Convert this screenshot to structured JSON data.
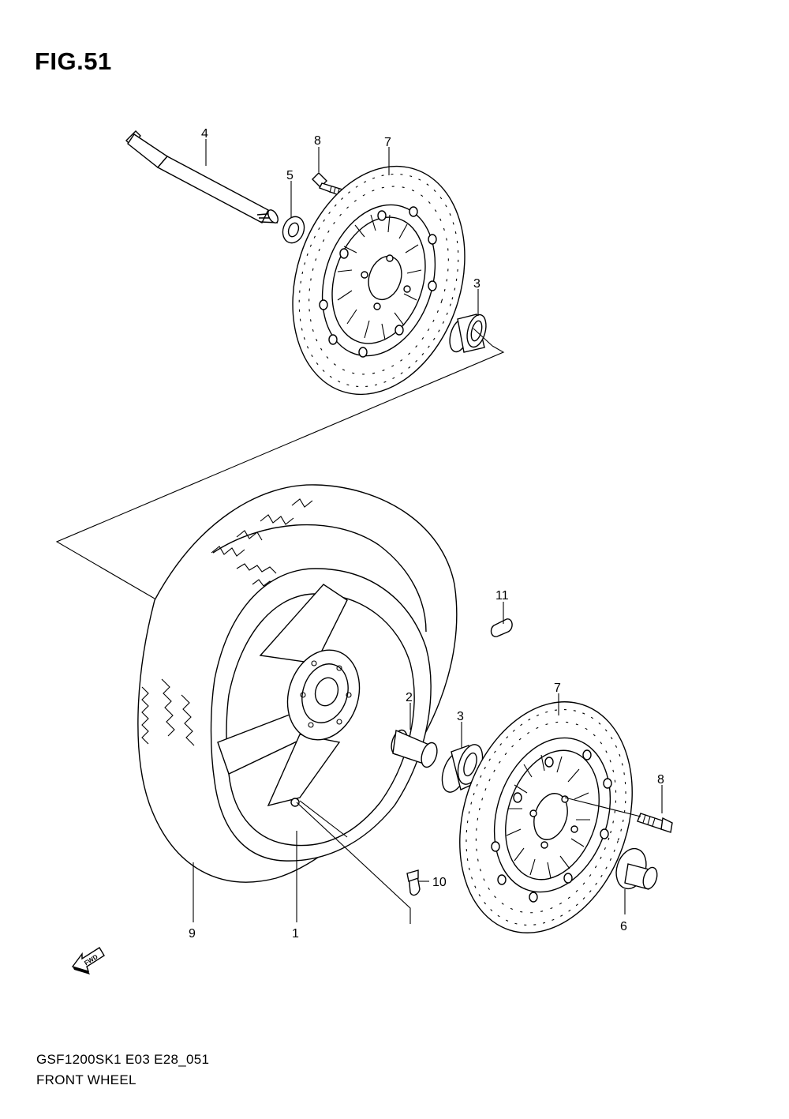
{
  "figure": {
    "title": "FIG.51"
  },
  "footer": {
    "code": "GSF1200SK1 E03 E28_051",
    "name": "FRONT WHEEL"
  },
  "direction": {
    "label": "FWD"
  },
  "callouts": [
    {
      "id": "axle",
      "number": "4"
    },
    {
      "id": "bolt-top",
      "number": "8"
    },
    {
      "id": "disc-top",
      "number": "7"
    },
    {
      "id": "washer",
      "number": "5"
    },
    {
      "id": "bearing-top",
      "number": "3"
    },
    {
      "id": "valve-cap",
      "number": "11"
    },
    {
      "id": "spacer",
      "number": "2"
    },
    {
      "id": "bearing-bottom",
      "number": "3"
    },
    {
      "id": "disc-bottom",
      "number": "7"
    },
    {
      "id": "bolt-bottom",
      "number": "8"
    },
    {
      "id": "valve",
      "number": "10"
    },
    {
      "id": "tire",
      "number": "9"
    },
    {
      "id": "wheel",
      "number": "1"
    },
    {
      "id": "collar",
      "number": "6"
    }
  ]
}
